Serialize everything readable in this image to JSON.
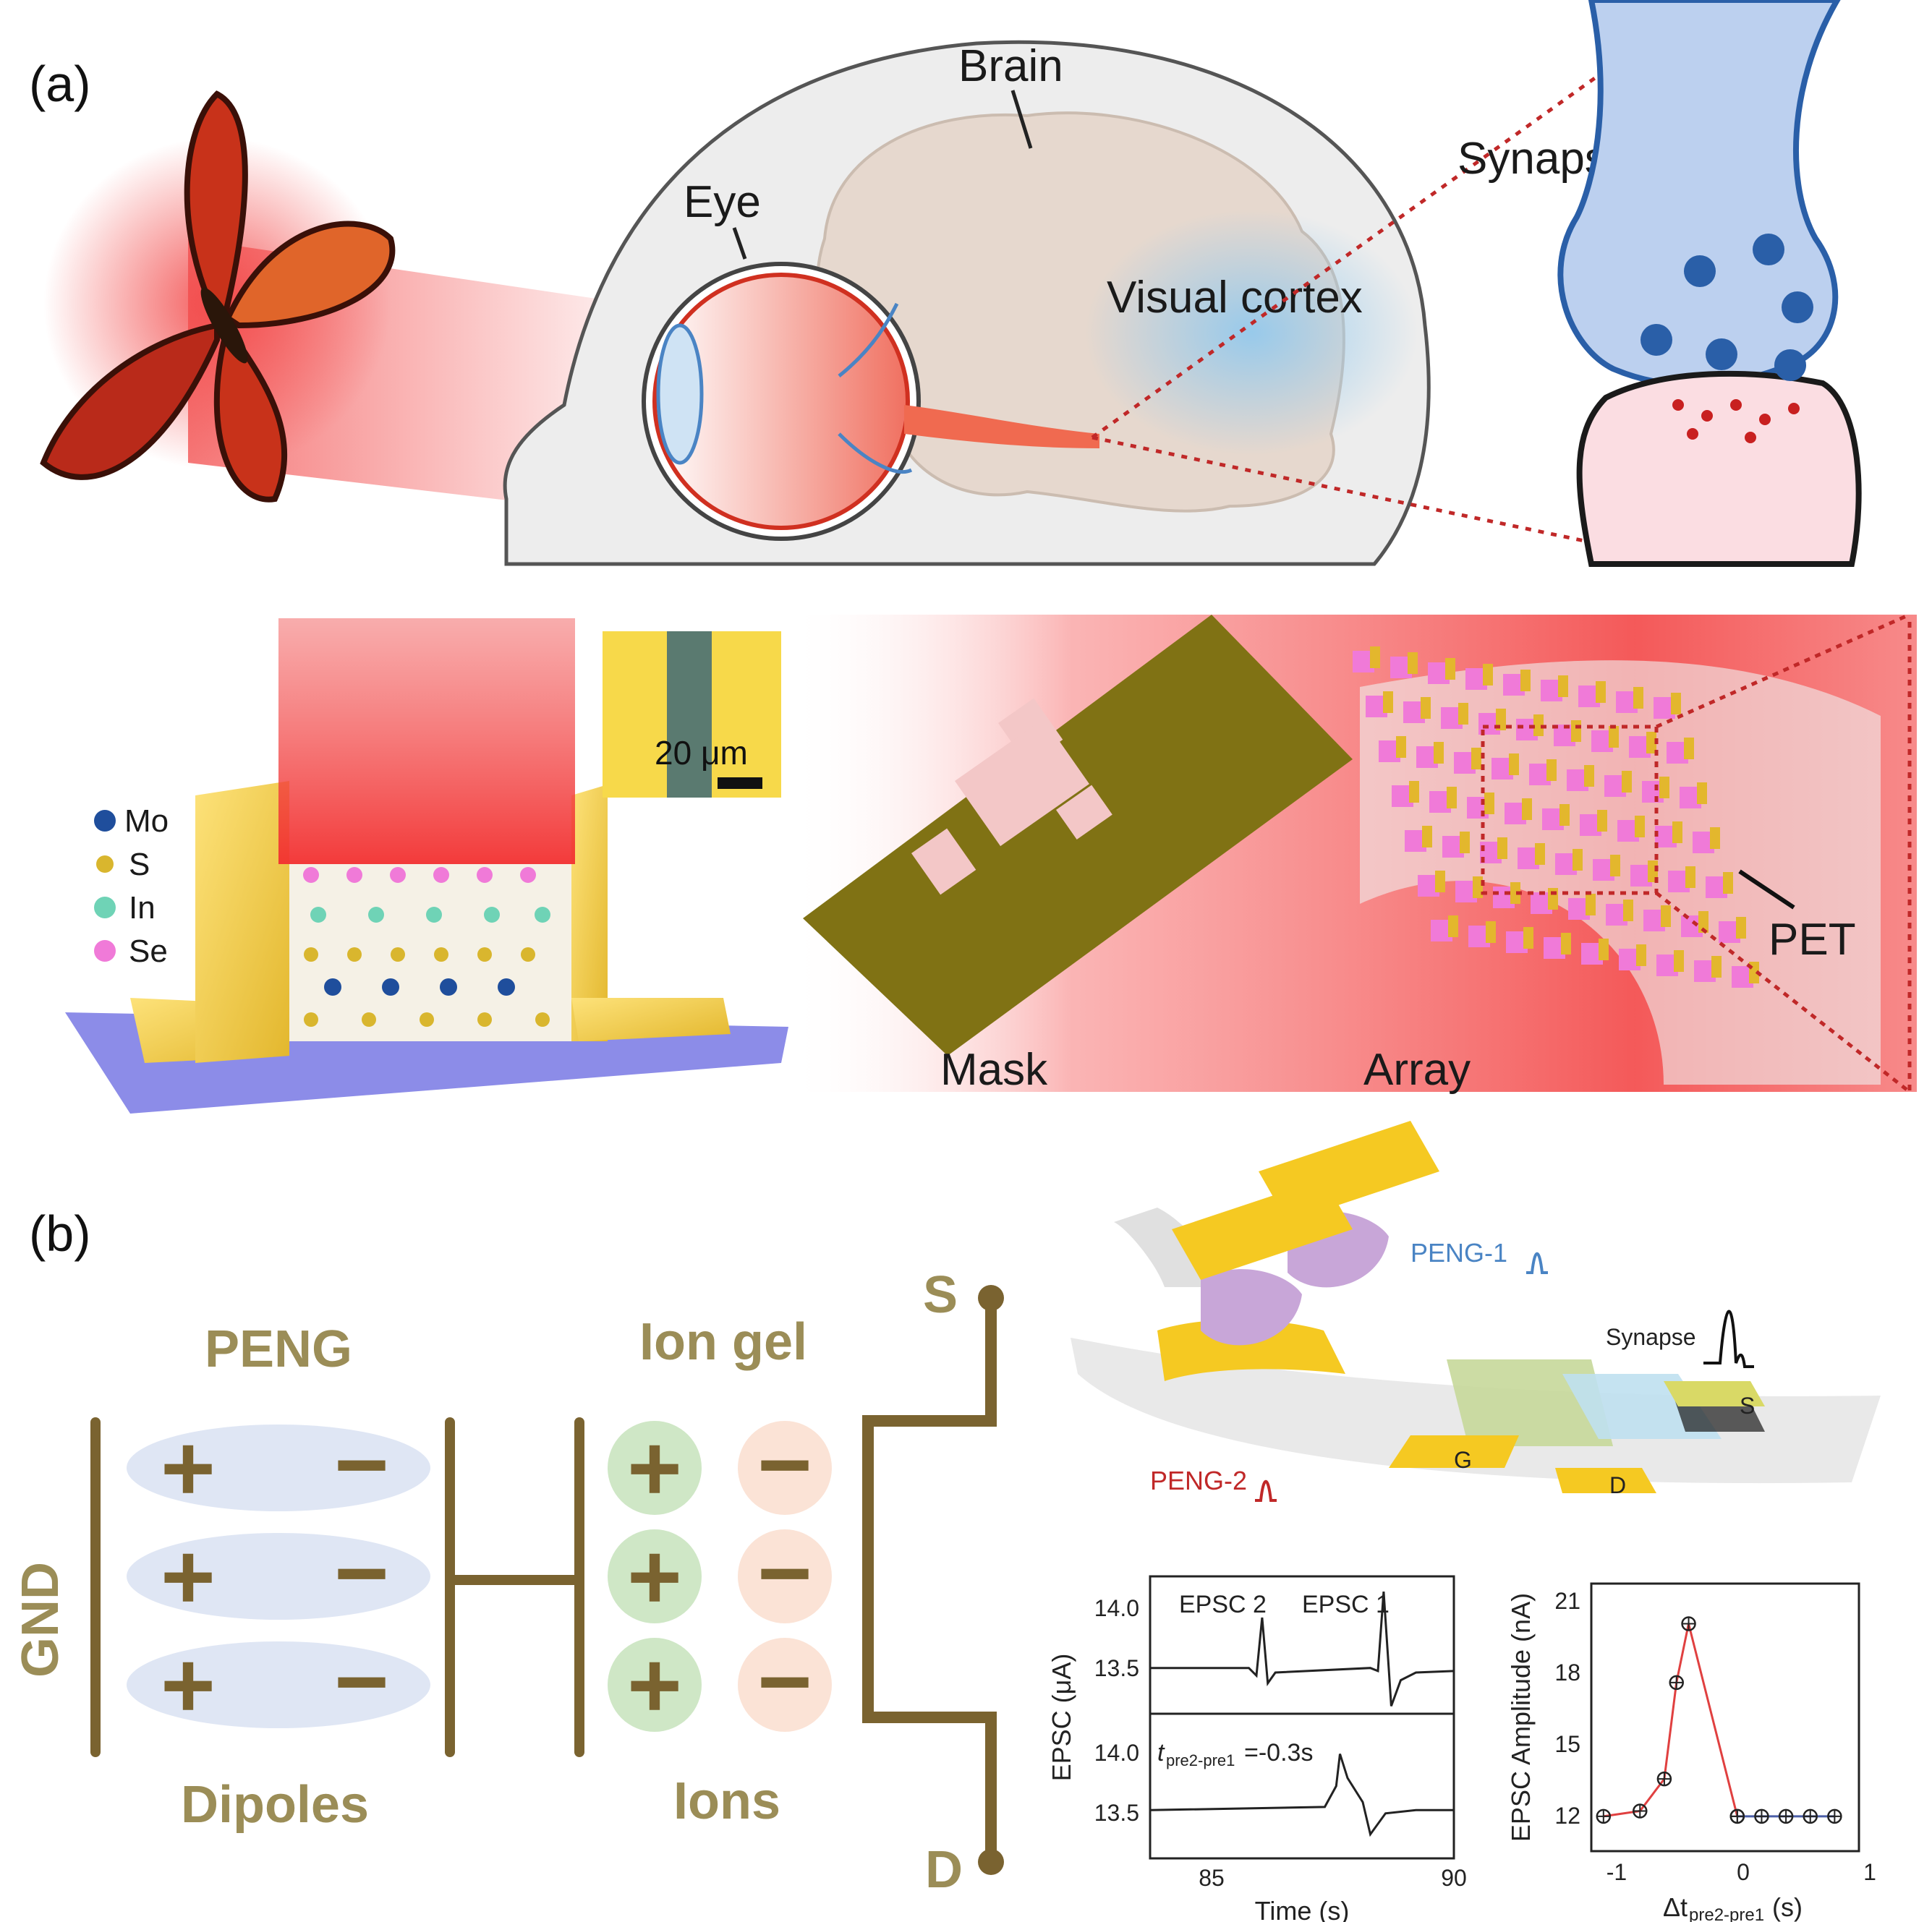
{
  "panel_a": {
    "label": "(a)",
    "brain_label": "Brain",
    "eye_label": "Eye",
    "visual_cortex_label": "Visual cortex",
    "synapse_label": "Synapse",
    "inset_scale": "20 μm",
    "legend": [
      {
        "label": "Mo",
        "color": "#1f4e9c"
      },
      {
        "label": "S",
        "color": "#d9b62e"
      },
      {
        "label": "In",
        "color": "#6fd3b6"
      },
      {
        "label": "Se",
        "color": "#f07ad8"
      }
    ],
    "mask_label": "Mask",
    "array_label": "Array",
    "pet_label": "PET"
  },
  "panel_b": {
    "label": "(b)",
    "gnd_label": "GND",
    "peng_label": "PENG",
    "dipoles_label": "Dipoles",
    "ion_gel_label": "Ion gel",
    "ions_label": "Ions",
    "s_label": "S",
    "d_label": "D",
    "device": {
      "peng1": "PENG-1",
      "peng2": "PENG-2",
      "synapse": "Synapse",
      "g": "G",
      "s": "S",
      "d": "D"
    },
    "colors": {
      "wire": "#7a6330",
      "dipole": "#dfe6f4",
      "ion_pos": "#cfe7c6",
      "ion_neg": "#fbe3d6"
    }
  },
  "chart_data": [
    {
      "type": "line",
      "xlabel": "Time (s)",
      "ylabel": "EPSC (μA)",
      "xticks": [
        "85",
        "90"
      ],
      "xlim": [
        82,
        90
      ],
      "subplots": [
        {
          "yticks": [
            "14.0",
            "13.5"
          ],
          "annotations": [
            "EPSC 2",
            "EPSC 1"
          ],
          "x": [
            82,
            84.6,
            84.8,
            84.95,
            85.1,
            85.3,
            87.8,
            88.0,
            88.15,
            88.35,
            88.6,
            89,
            90
          ],
          "y": [
            13.6,
            13.6,
            13.55,
            13.93,
            13.5,
            13.57,
            13.6,
            13.58,
            14.1,
            13.35,
            13.52,
            13.57,
            13.58
          ]
        },
        {
          "yticks": [
            "14.0",
            "13.5"
          ],
          "annotations": [
            "t",
            "pre2-pre1",
            "=-0.3s"
          ],
          "x": [
            82,
            86.6,
            86.9,
            87.0,
            87.2,
            87.6,
            87.8,
            88.2,
            89,
            90
          ],
          "y": [
            13.6,
            13.62,
            13.75,
            13.95,
            13.8,
            13.65,
            13.45,
            13.58,
            13.6,
            13.6
          ]
        }
      ]
    },
    {
      "type": "scatter",
      "xlabel": "Δt",
      "xlabel_sub": "pre2-pre1",
      "xlabel_unit": "(s)",
      "ylabel": "EPSC Amplitude (nA)",
      "xlim": [
        -1.1,
        1.1
      ],
      "ylim": [
        11.5,
        21.5
      ],
      "xticks": [
        "-1",
        "0",
        "1"
      ],
      "yticks": [
        "12",
        "15",
        "18",
        "21"
      ],
      "series": [
        {
          "color": "#e04040",
          "x": [
            -1.0,
            -0.7,
            -0.5,
            -0.4,
            -0.3,
            0.1
          ],
          "y": [
            12.8,
            13.0,
            14.2,
            17.8,
            20.0,
            12.8
          ]
        },
        {
          "color": "#4b5fa8",
          "x": [
            0.1,
            0.3,
            0.5,
            0.7,
            0.9
          ],
          "y": [
            12.8,
            12.8,
            12.8,
            12.8,
            12.8
          ]
        }
      ]
    }
  ]
}
